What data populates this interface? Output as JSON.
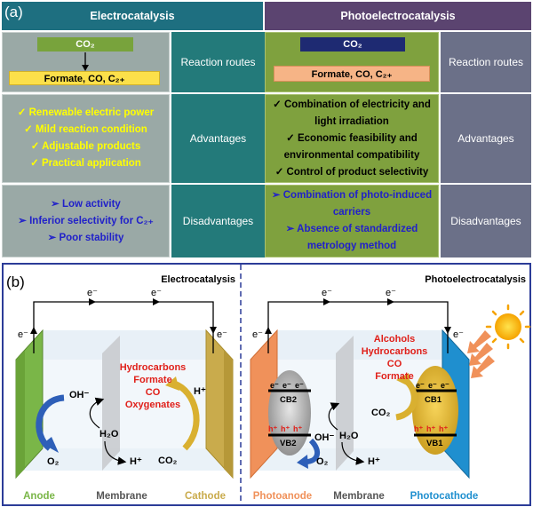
{
  "table": {
    "label": "(a)",
    "col_electro": "Electrocatalysis",
    "col_photo": "Photoelectrocatalysis",
    "electro_input": "CO₂",
    "electro_output": "Formate, CO, C₂₊",
    "photo_input": "CO₂",
    "photo_output": "Formate, CO, C₂₊",
    "row_routes": "Reaction routes",
    "row_advantages": "Advantages",
    "row_disadvantages": "Disadvantages",
    "electro_advantages": [
      "✓ Renewable electric power",
      "✓ Mild reaction condition",
      "✓ Adjustable products",
      "✓ Practical application"
    ],
    "photo_advantages": [
      "✓ Combination of electricity and",
      "light irradiation",
      "✓ Economic feasibility and",
      "environmental compatibility",
      "✓ Control of product selectivity"
    ],
    "electro_disadvantages": [
      "➢ Low activity",
      "➢ Inferior selectivity for C₂₊",
      "➢ Poor stability"
    ],
    "photo_disadvantages": [
      "➢ Combination of photo-induced",
      "carriers",
      "➢ Absence of standardized",
      "metrology method"
    ]
  },
  "diagram": {
    "label": "(b)",
    "electro": {
      "title": "Electrocatalysis",
      "electron": "e⁻",
      "oh": "OH⁻",
      "o2": "O₂",
      "h2o": "H₂O",
      "hplus": "H⁺",
      "co2": "CO₂",
      "products": [
        "Hydrocarbons",
        "Formate",
        "CO",
        "Oxygenates"
      ],
      "anode": "Anode",
      "membrane": "Membrane",
      "cathode": "Cathode"
    },
    "photo": {
      "title": "Photoelectrocatalysis",
      "electron": "e⁻",
      "cb2": "CB2",
      "vb2": "VB2",
      "cb1": "CB1",
      "vb1": "VB1",
      "hole": "h⁺",
      "oh": "OH⁻",
      "o2": "O₂",
      "h2o": "H₂O",
      "hplus": "H⁺",
      "co2": "CO₂",
      "products": [
        "Alcohols",
        "Hydrocarbons",
        "CO",
        "Formate"
      ],
      "photoanode": "Photoanode",
      "membrane": "Membrane",
      "photocathode": "Photocathode"
    }
  },
  "colors": {
    "electro_header": "#1e6f80",
    "photo_header": "#5b4470",
    "teal_label": "#237a7a",
    "slate_label": "#6b7088",
    "cell_gray": "#9aa9a6",
    "olive": "#7fa13e",
    "anode": "#7ab648",
    "cathode": "#c9ab4c",
    "photoanode": "#f0915a",
    "photocathode": "#1f8fcf",
    "product_red": "#e0201a",
    "frame_blue": "#2c3c98"
  }
}
